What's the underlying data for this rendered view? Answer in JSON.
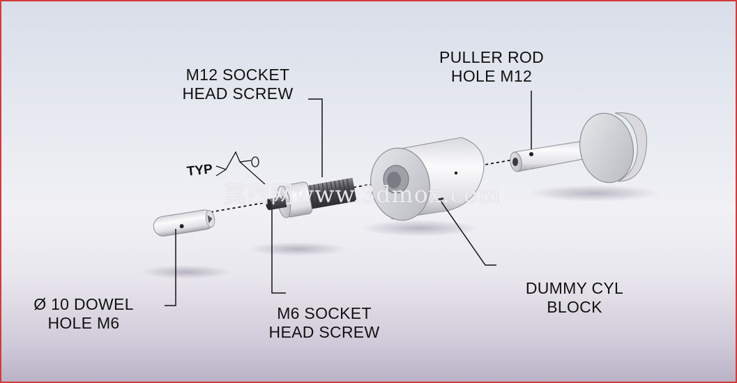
{
  "labels": {
    "m12_socket_head_screw": [
      "M12 SOCKET",
      "HEAD SCREW"
    ],
    "puller_rod_hole": [
      "PULLER ROD",
      "HOLE M12"
    ],
    "dowel_hole": [
      "Ø 10 DOWEL",
      "HOLE M6"
    ],
    "m6_socket_head_screw": [
      "M6 SOCKET",
      "HEAD SCREW"
    ],
    "dummy_cyl_block": [
      "DUMMY CYL",
      "BLOCK"
    ],
    "typ": "TYP"
  },
  "watermark": "莫西网www.3dmox.com",
  "colors": {
    "border": "#d43a3a",
    "metal_light": "#f4f4f6",
    "metal_dark": "#9a9aa4",
    "thread": "#5a5a60",
    "leader": "#111111"
  }
}
